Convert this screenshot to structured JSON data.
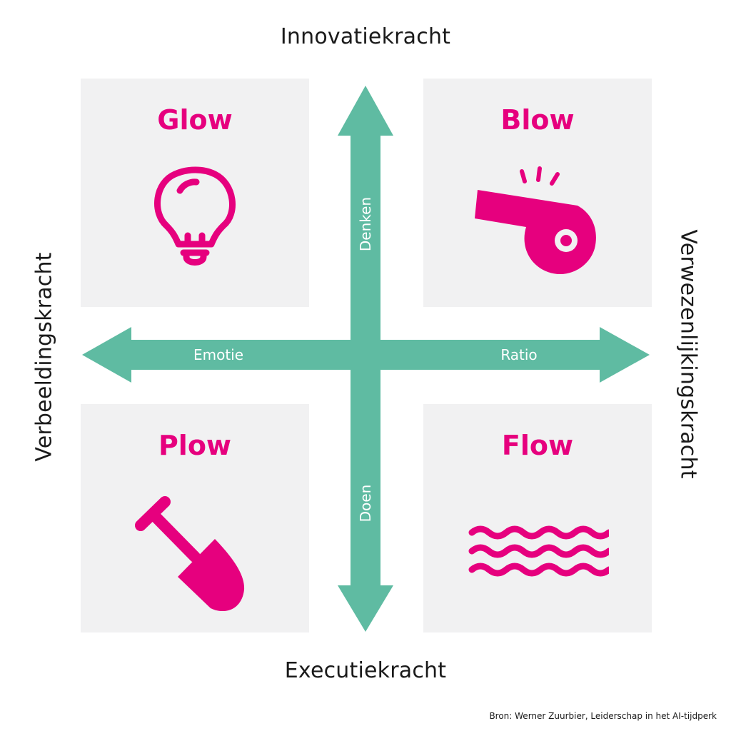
{
  "axes": {
    "top": "Innovatiekracht",
    "bottom": "Executiekracht",
    "left": "Verbeeldingskracht",
    "right": "Verwezenlijkingskracht"
  },
  "arrows": {
    "up": "Denken",
    "down": "Doen",
    "left": "Emotie",
    "right": "Ratio"
  },
  "quadrants": {
    "top_left": {
      "title": "Glow",
      "icon": "lightbulb-icon"
    },
    "top_right": {
      "title": "Blow",
      "icon": "whistle-icon"
    },
    "bottom_left": {
      "title": "Plow",
      "icon": "shovel-icon"
    },
    "bottom_right": {
      "title": "Flow",
      "icon": "waves-icon"
    }
  },
  "source": "Bron: Werner Zuurbier, Leiderschap in het AI-tijdperk",
  "colors": {
    "accent": "#e6007e",
    "arrow": "#5fbba2",
    "quadrant_bg": "#f1f1f2",
    "text": "#1a1a1a"
  }
}
